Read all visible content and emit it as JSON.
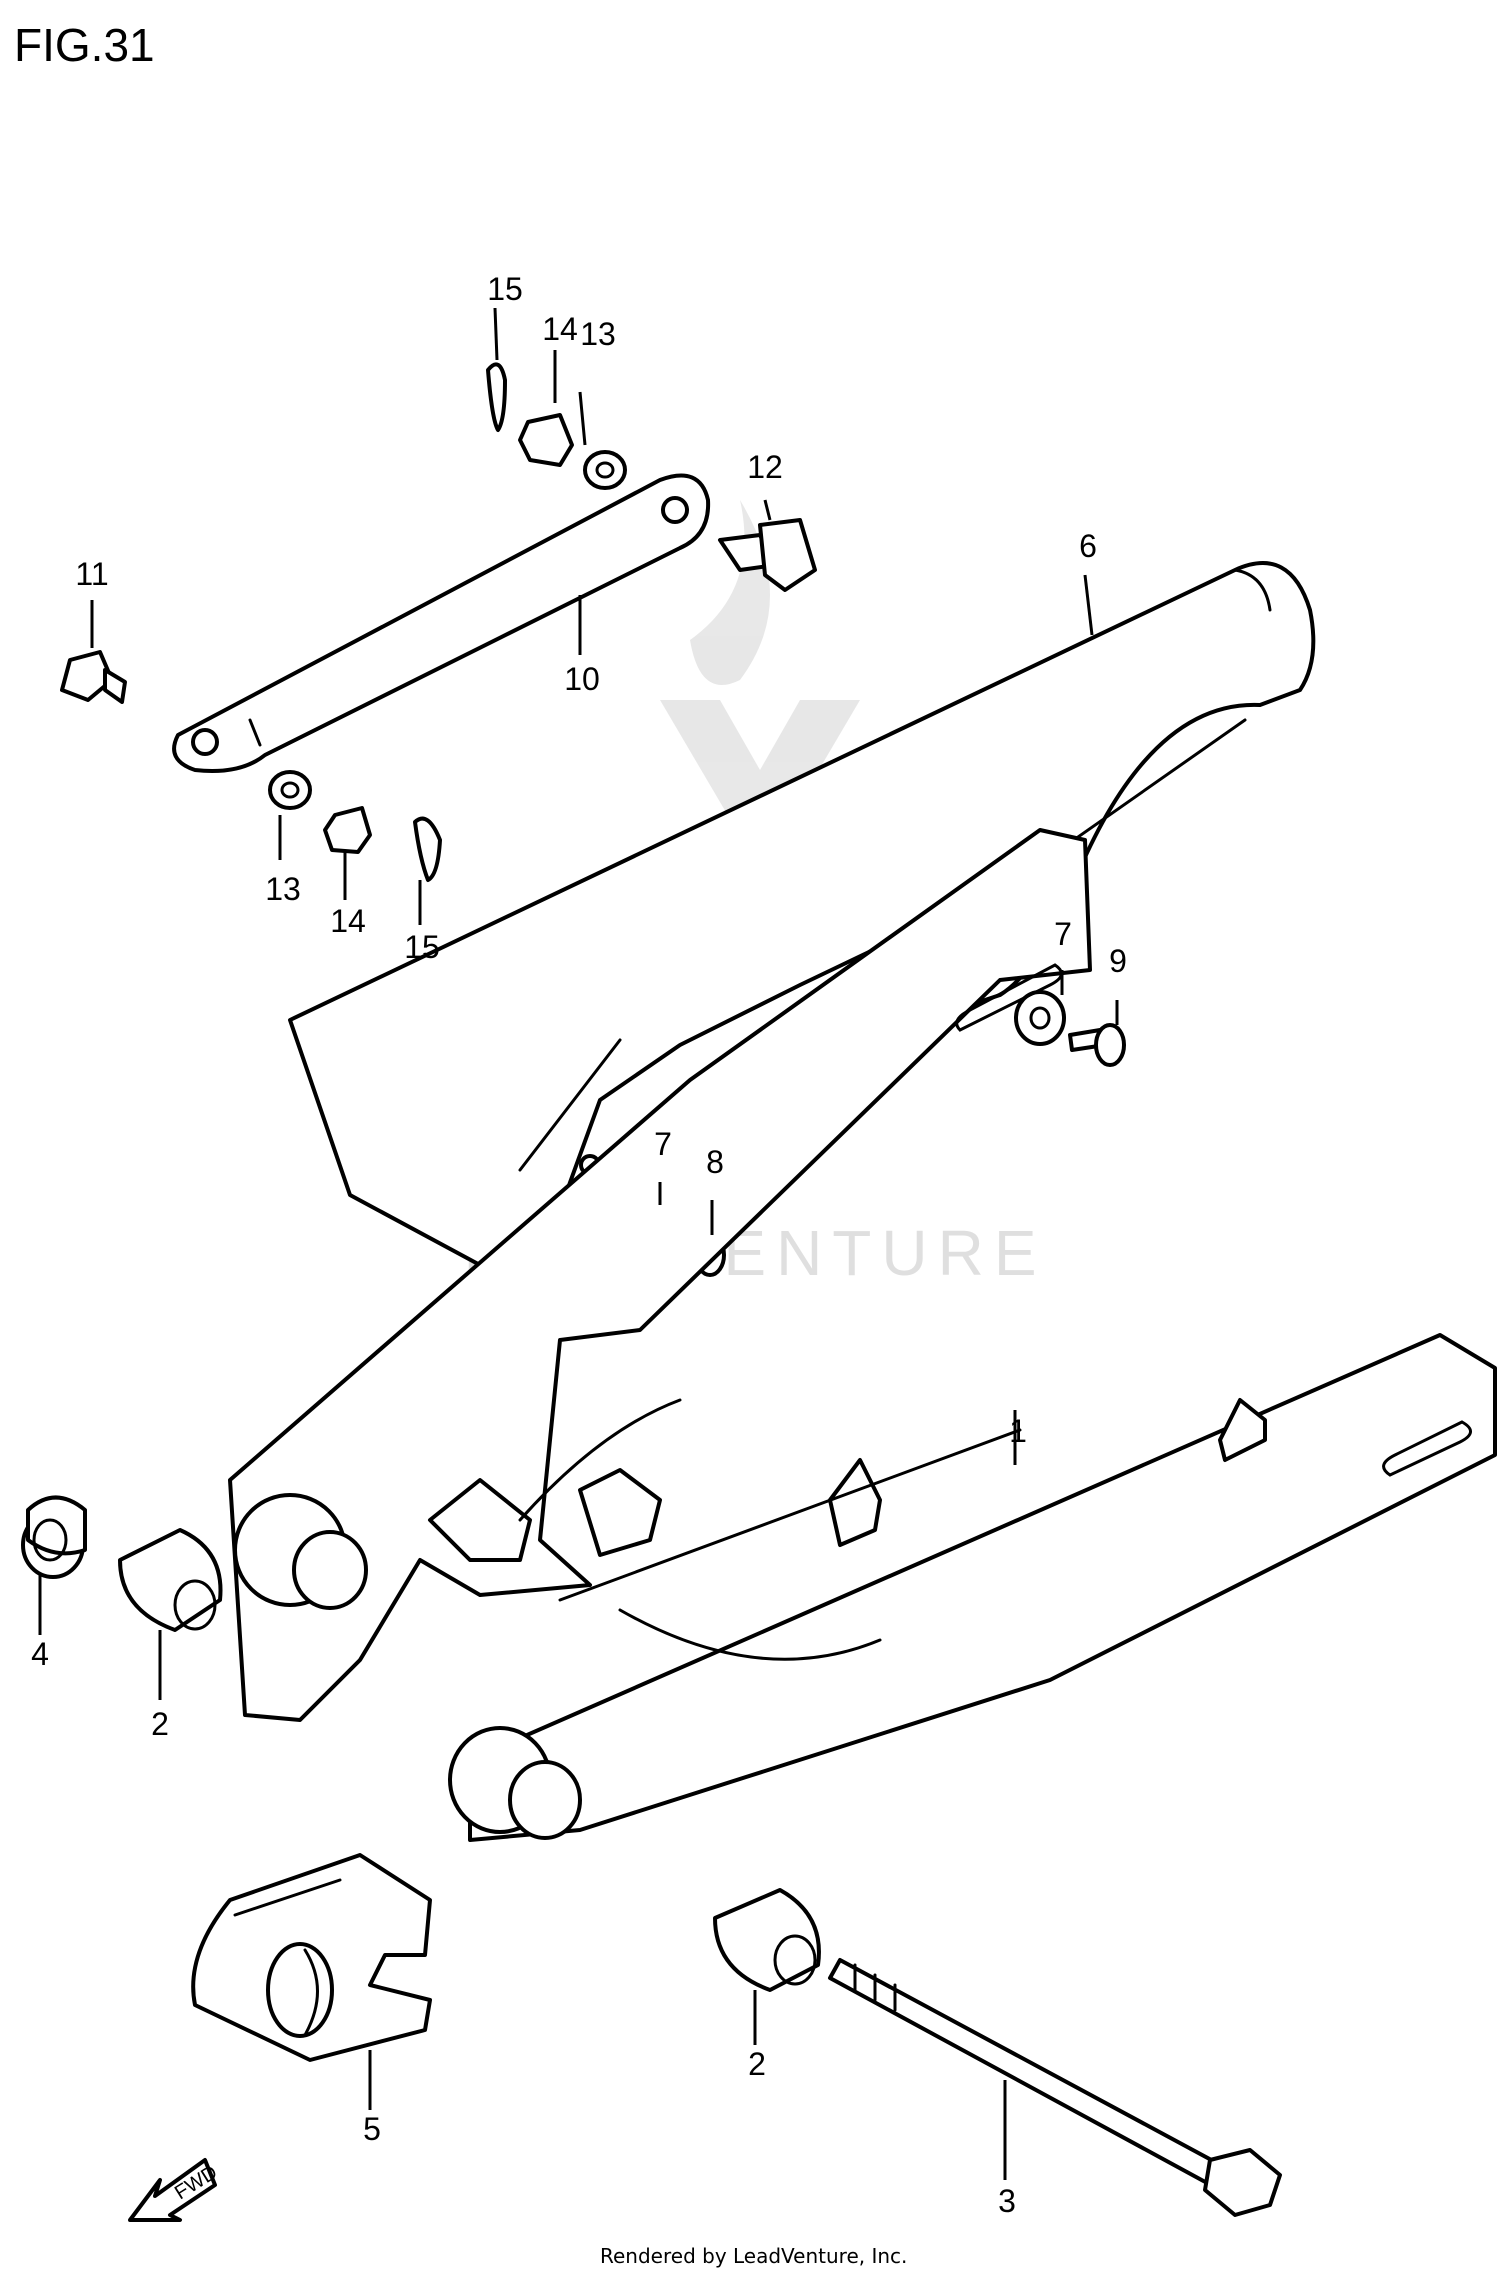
{
  "figure": {
    "title": "FIG.31"
  },
  "watermark": {
    "text": "LEADVENTURE"
  },
  "direction_marker": {
    "label": "FWD"
  },
  "callouts": {
    "c1": "1",
    "c2a": "2",
    "c2b": "2",
    "c3": "3",
    "c4": "4",
    "c5": "5",
    "c6": "6",
    "c7a": "7",
    "c7b": "7",
    "c8": "8",
    "c9": "9",
    "c10": "10",
    "c11": "11",
    "c12": "12",
    "c13a": "13",
    "c13b": "13",
    "c14a": "14",
    "c14b": "14",
    "c15a": "15",
    "c15b": "15"
  },
  "footer": {
    "credit": "Rendered by LeadVenture, Inc."
  }
}
